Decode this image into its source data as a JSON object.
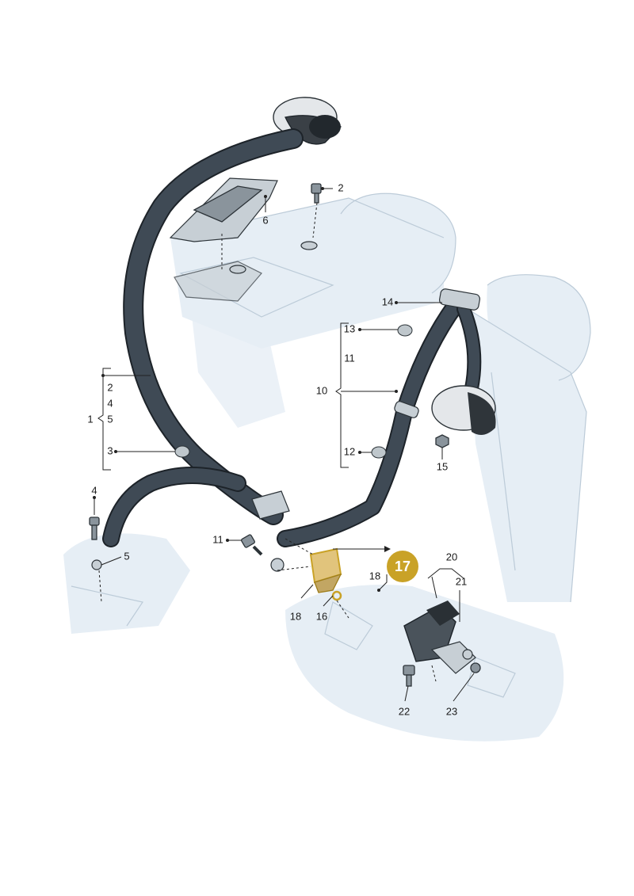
{
  "labels": {
    "l1": "1",
    "l2": "2",
    "l2b": "2",
    "l3": "3",
    "l4": "4",
    "l4b": "4",
    "l5": "5",
    "l5b": "5",
    "l6": "6",
    "l10": "10",
    "l11": "11",
    "l11b": "11",
    "l12": "12",
    "l13": "13",
    "l14": "14",
    "l15": "15",
    "l16": "16",
    "l18": "18",
    "l18b": "18",
    "l20": "20",
    "l21": "21",
    "l22": "22",
    "l23": "23"
  },
  "highlight": {
    "label": "17",
    "color": "#c9a227"
  },
  "colors": {
    "belt": "#3f4a55",
    "belt_edge": "#1d2329",
    "leader": "#222222",
    "body_shade": "#e6eef5"
  }
}
